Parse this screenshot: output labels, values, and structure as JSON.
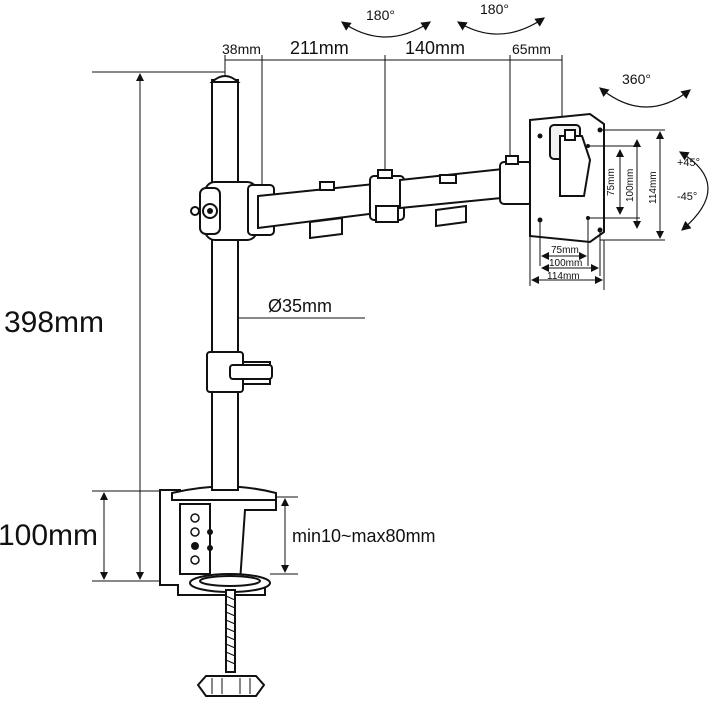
{
  "dimensions": {
    "total_height": "398mm",
    "clamp_height": "100mm",
    "pole_diameter": "Ø35mm",
    "desk_thickness": "min10~max80mm",
    "offset_1": "38mm",
    "arm_1": "211mm",
    "arm_2": "140mm",
    "offset_2": "65mm"
  },
  "rotations": {
    "joint_1": "180°",
    "joint_2": "180°",
    "head": "360°",
    "tilt_up": "+45°",
    "tilt_down": "-45°"
  },
  "vesa": {
    "h1": "75mm",
    "h2": "100mm",
    "h3": "114mm",
    "v1": "75mm",
    "v2": "100mm",
    "v3": "114mm"
  }
}
